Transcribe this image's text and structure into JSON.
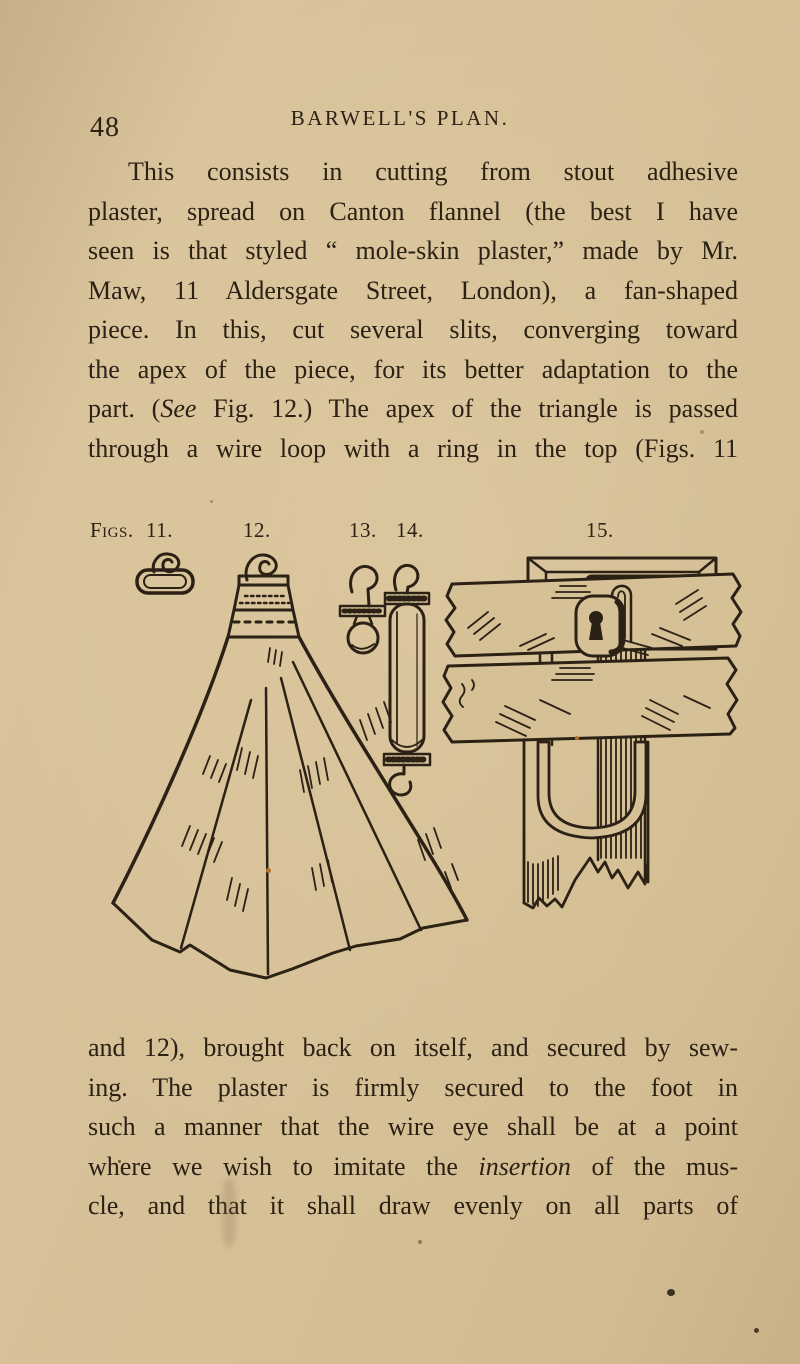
{
  "page": {
    "number": "48",
    "running_title": "BARWELL'S PLAN."
  },
  "paragraph1": {
    "lines": [
      {
        "text": "This consists in cutting from stout adhesive"
      },
      {
        "text": "plaster, spread on Canton flannel (the best I have"
      },
      {
        "text": "seen is that styled “ mole-skin plaster,” made by Mr."
      },
      {
        "text": "Maw, 11 Aldersgate Street, London), a fan-shaped"
      },
      {
        "text": "piece.  In this, cut several slits, converging toward"
      },
      {
        "text": "the apex of the piece, for its better adaptation to the"
      },
      {
        "pre": "part. (",
        "italic": "See",
        "post": " Fig. 12.)  The apex of the triangle is passed"
      },
      {
        "text": "through a wire loop with a ring in the top (Figs. 11"
      }
    ]
  },
  "figure_labels": {
    "prefix": "Figs.",
    "fig11": "11.",
    "fig12": "12.",
    "fig13": "13.",
    "fig14": "14.",
    "fig15": "15."
  },
  "paragraph2": {
    "lines": [
      {
        "text": "and 12), brought back on itself, and secured by sew-"
      },
      {
        "text": "ing.  The plaster is firmly secured to the foot in"
      },
      {
        "text": "such a manner that the wire eye shall be at a point"
      },
      {
        "pre": "where we wish to imitate the ",
        "italic": "insertion",
        "post": " of the mus-"
      },
      {
        "text": "cle, and that it shall draw evenly on all parts of"
      }
    ]
  },
  "colors": {
    "paper": "#d6c096",
    "ink": "#2b2115"
  }
}
